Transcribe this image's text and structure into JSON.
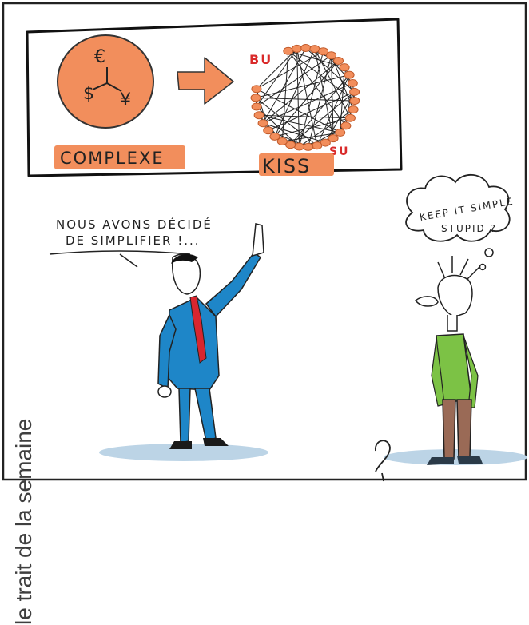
{
  "caption_vertical": "le trait de la semaine",
  "diagram": {
    "left_label": "COMPLEXE",
    "right_label": "KISS",
    "currency_euro": "€",
    "currency_dollar": "$",
    "currency_yen": "¥",
    "marker_bu": "BU",
    "marker_su": "SU"
  },
  "speech_bubble": {
    "line1": "NOUS AVONS DÉCIDÉ",
    "line2": "DE SIMPLIFIER !..."
  },
  "thought_bubble": {
    "line1": "KEEP IT SIMPLE",
    "line2": "STUPID ?"
  },
  "colors": {
    "orange": "#f28e5c",
    "orange_dark": "#e07040",
    "suit_blue": "#1e86c8",
    "tie_red": "#d8262f",
    "sweater_green": "#7cc245",
    "pants_brown": "#9a6a56",
    "shadow_blue": "#bcd4e6"
  }
}
